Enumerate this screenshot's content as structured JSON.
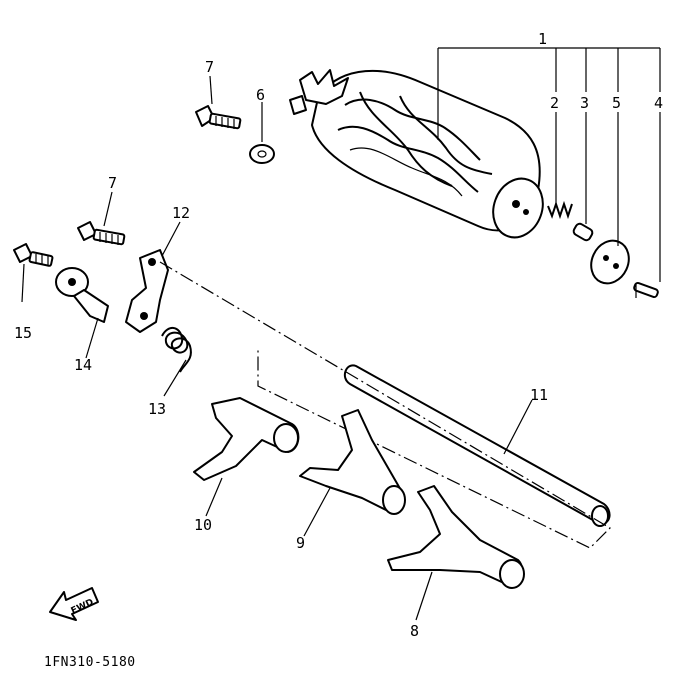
{
  "diagram": {
    "reference_code": "1FN310-5180",
    "fwd_label": "FWD",
    "callouts": {
      "c1": "1",
      "c2": "2",
      "c3": "3",
      "c4": "4",
      "c5": "5",
      "c6": "6",
      "c7a": "7",
      "c7b": "7",
      "c8": "8",
      "c9": "9",
      "c10": "10",
      "c11": "11",
      "c12": "12",
      "c13": "13",
      "c14": "14",
      "c15": "15"
    }
  }
}
